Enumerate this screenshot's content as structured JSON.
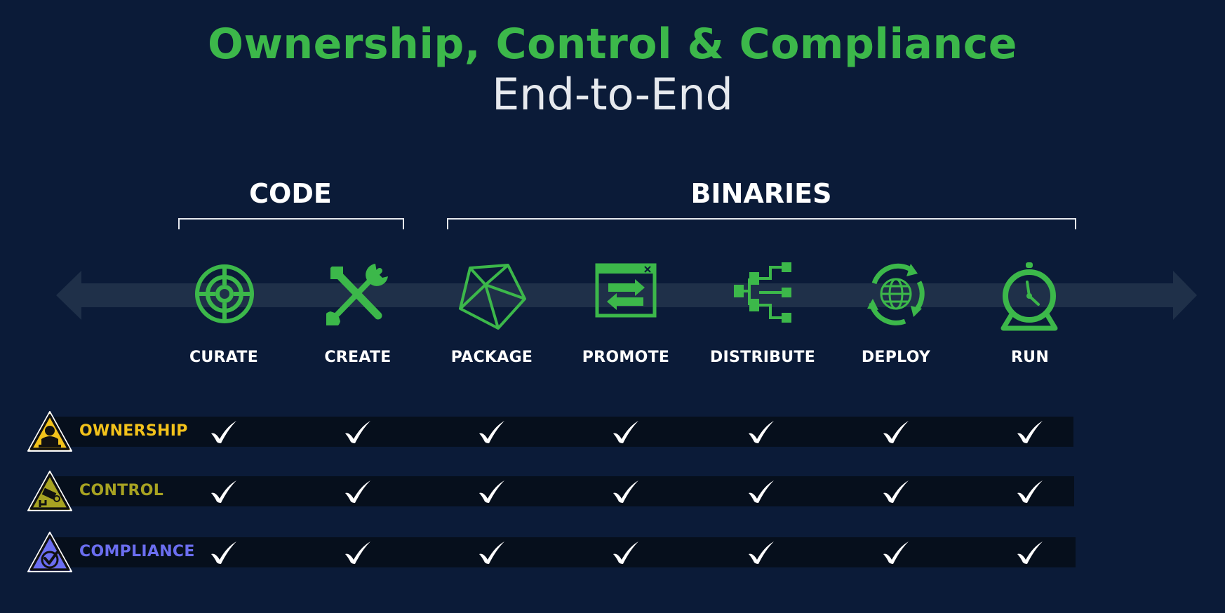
{
  "title": "Ownership, Control & Compliance",
  "subtitle": "End-to-End",
  "groups": [
    {
      "label": "CODE"
    },
    {
      "label": "BINARIES"
    }
  ],
  "stages": [
    {
      "label": "CURATE",
      "icon": "target-icon"
    },
    {
      "label": "CREATE",
      "icon": "tools-icon"
    },
    {
      "label": "PACKAGE",
      "icon": "polyhedron-icon"
    },
    {
      "label": "PROMOTE",
      "icon": "transfer-window-icon"
    },
    {
      "label": "DISTRIBUTE",
      "icon": "hierarchy-icon"
    },
    {
      "label": "DEPLOY",
      "icon": "globe-cycle-icon"
    },
    {
      "label": "RUN",
      "icon": "stopwatch-icon"
    }
  ],
  "rows": [
    {
      "label": "OWNERSHIP",
      "color": "#f2c21b",
      "icon": "ownership-warning-icon",
      "checks": [
        true,
        true,
        true,
        true,
        true,
        true,
        true
      ]
    },
    {
      "label": "CONTROL",
      "color": "#a8a322",
      "icon": "control-camera-warning-icon",
      "checks": [
        true,
        true,
        true,
        true,
        true,
        true,
        true
      ]
    },
    {
      "label": "COMPLIANCE",
      "color": "#6b6ef0",
      "icon": "compliance-check-warning-icon",
      "checks": [
        true,
        true,
        true,
        true,
        true,
        true,
        true
      ]
    }
  ],
  "colors": {
    "background": "#0b1b38",
    "accent": "#3cb84a",
    "axis": "#1f3049",
    "row_band": "#060f1c"
  }
}
